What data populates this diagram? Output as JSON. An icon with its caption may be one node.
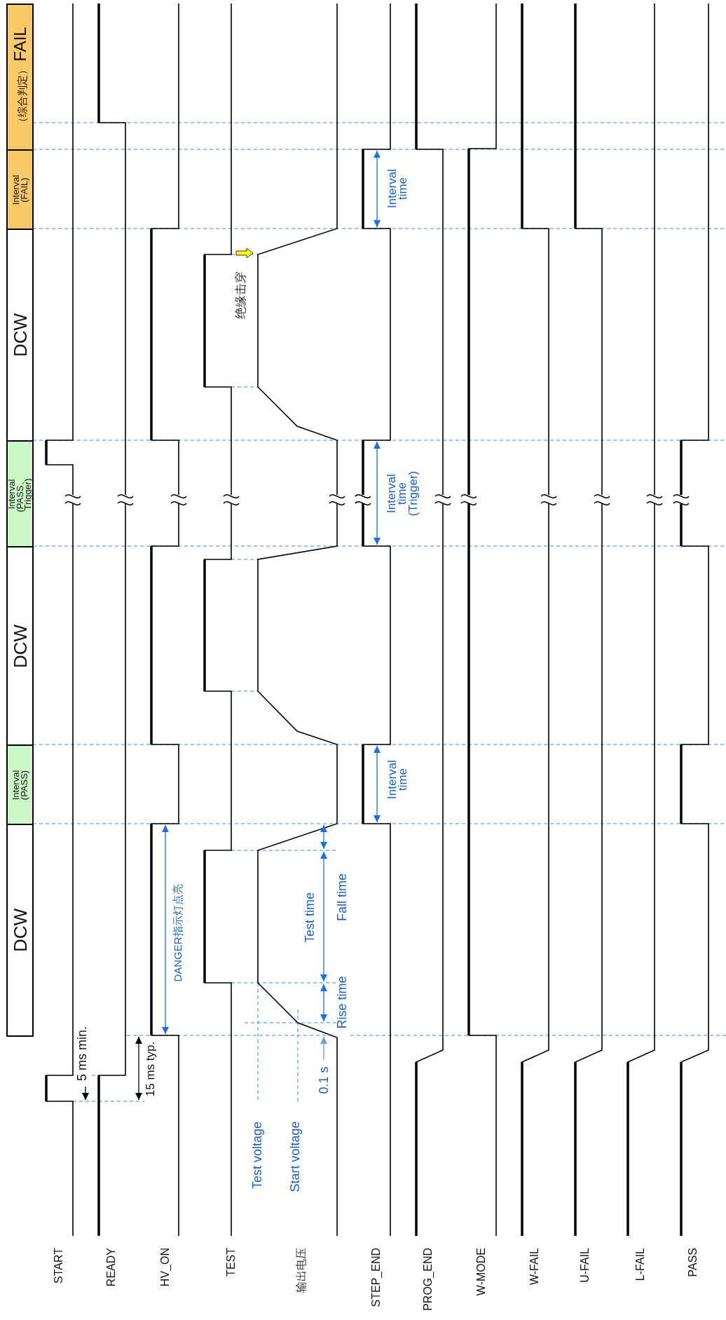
{
  "diagram": {
    "nodes": [
      {
        "text": [
          "（综合判定）",
          "FAIL"
        ]
      },
      {
        "text": [
          "Interval (FAIL)"
        ]
      },
      {
        "text": [
          "DCW"
        ]
      },
      {
        "text": [
          "Interval (PASS、Trigger)"
        ]
      },
      {
        "text": [
          "DCW"
        ]
      },
      {
        "text": [
          "Interval (PASS)"
        ]
      },
      {
        "text": [
          "DCW"
        ]
      }
    ],
    "labels": [
      "START",
      "READY",
      "HV_ON",
      "TEST",
      "输出电压",
      "STEP_END",
      "PROG_END",
      "W-MODE",
      "W-FAIL",
      "U-FAIL",
      "L-FAIL",
      "PASS",
      "Interval time",
      "绝缘击穿",
      "Interval time (Trigger)",
      "Interval time",
      "DANGER指示灯点亮",
      "Test time",
      "Fall time",
      "Rise time",
      "5 ms min.",
      "15 ms typ.",
      "0.1 s",
      "Test voltage",
      "Start voltage"
    ]
  }
}
